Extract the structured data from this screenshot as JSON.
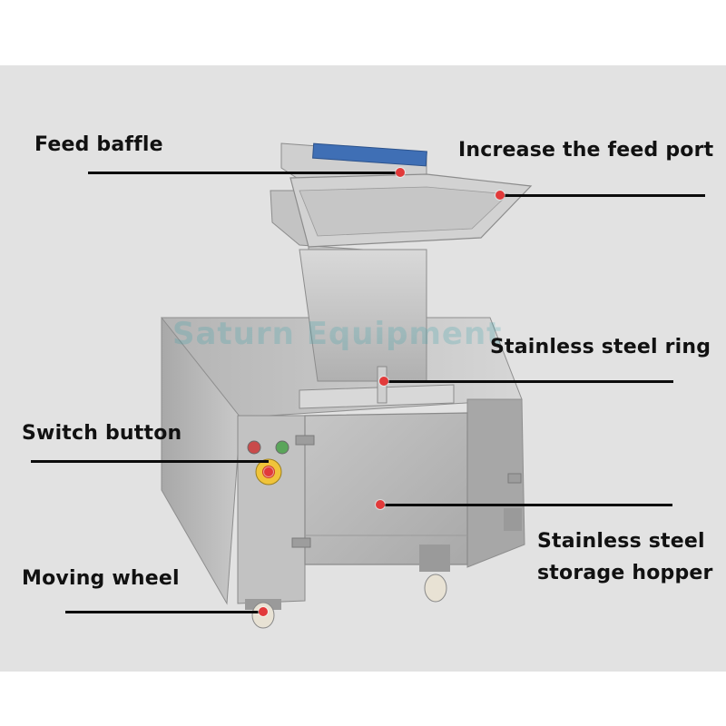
{
  "labels": {
    "feed_baffle": "Feed baffle",
    "increase_feed_port": "Increase the feed port",
    "stainless_steel_ring": "Stainless steel ring",
    "switch_button": "Switch button",
    "storage_hopper_line1": "Stainless steel",
    "storage_hopper_line2": "storage hopper",
    "moving_wheel": "Moving wheel"
  },
  "watermark": "Saturn Equipment",
  "colors": {
    "background": "#e2e2e2",
    "steel": "#b9b9b9",
    "baffle_blue": "#3f6fb5",
    "marker_red": "#e23a3a",
    "leader_line": "#0c0c0c"
  }
}
